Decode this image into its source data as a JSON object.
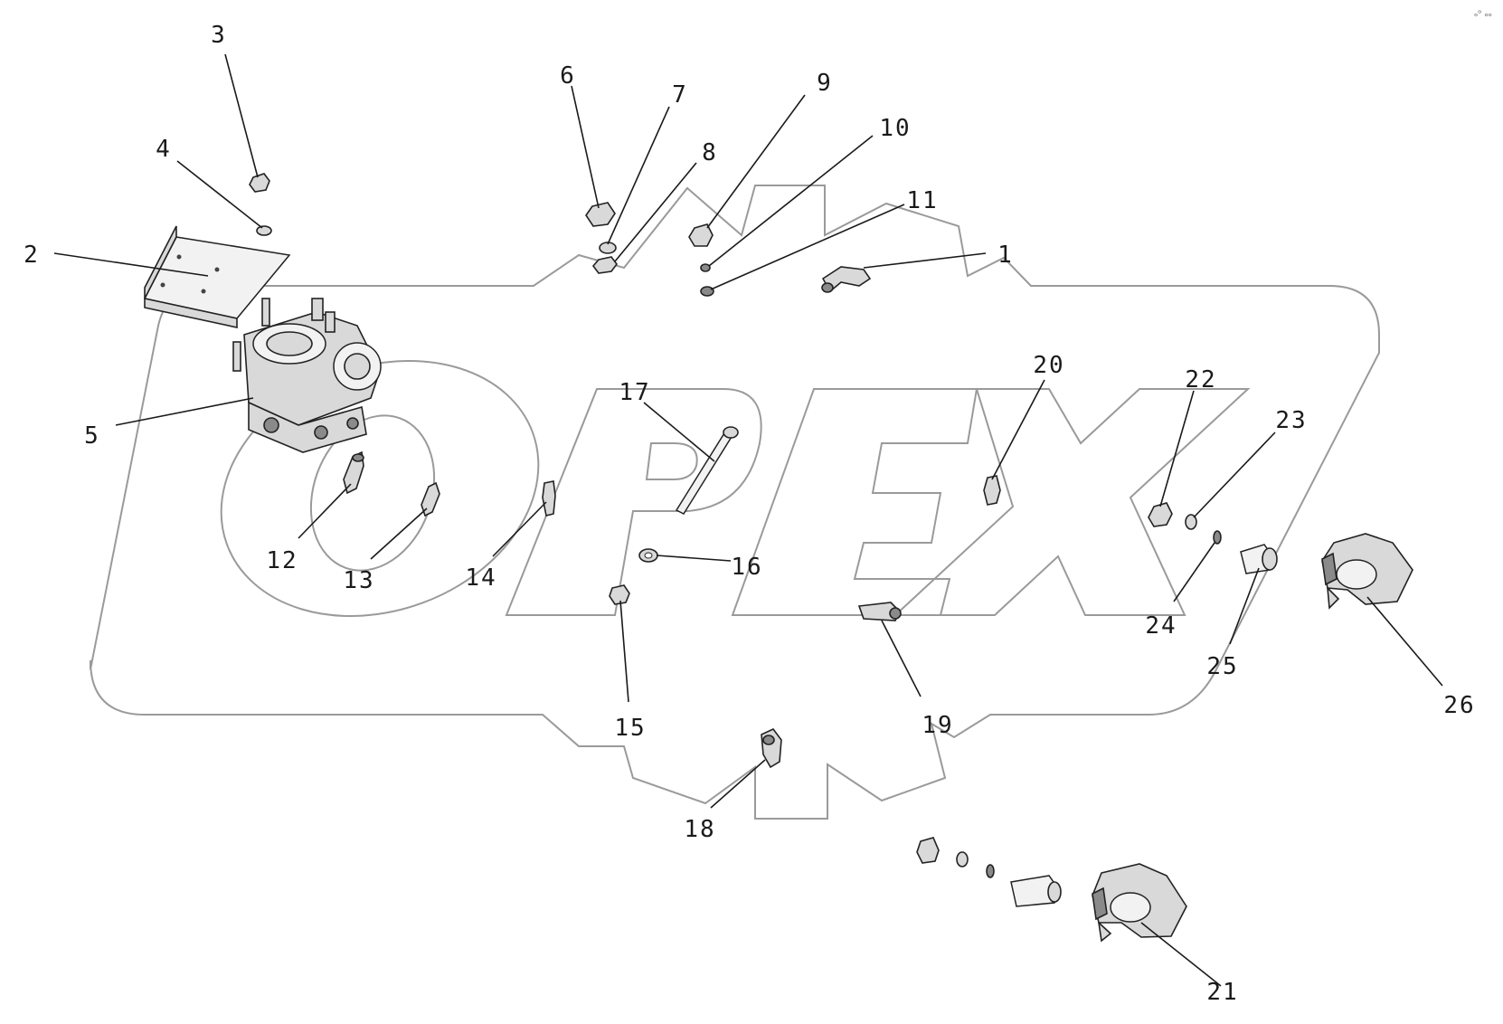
{
  "watermark": {
    "text": "OPEX"
  },
  "corner_mark": "ₒᵒ ₒₒ",
  "callouts": [
    {
      "id": "1",
      "text": "1"
    },
    {
      "id": "2",
      "text": "2"
    },
    {
      "id": "3",
      "text": "3"
    },
    {
      "id": "4",
      "text": "4"
    },
    {
      "id": "5",
      "text": "5"
    },
    {
      "id": "6",
      "text": "6"
    },
    {
      "id": "7",
      "text": "7"
    },
    {
      "id": "8",
      "text": "8"
    },
    {
      "id": "9",
      "text": "9"
    },
    {
      "id": "10",
      "text": "10"
    },
    {
      "id": "11",
      "text": "11"
    },
    {
      "id": "12",
      "text": "12"
    },
    {
      "id": "13",
      "text": "13"
    },
    {
      "id": "14",
      "text": "14"
    },
    {
      "id": "15",
      "text": "15"
    },
    {
      "id": "16",
      "text": "16"
    },
    {
      "id": "17",
      "text": "17"
    },
    {
      "id": "18",
      "text": "18"
    },
    {
      "id": "19",
      "text": "19"
    },
    {
      "id": "20",
      "text": "20"
    },
    {
      "id": "21",
      "text": "21"
    },
    {
      "id": "22",
      "text": "22"
    },
    {
      "id": "23",
      "text": "23"
    },
    {
      "id": "24",
      "text": "24"
    },
    {
      "id": "25",
      "text": "25"
    },
    {
      "id": "26",
      "text": "26"
    }
  ]
}
